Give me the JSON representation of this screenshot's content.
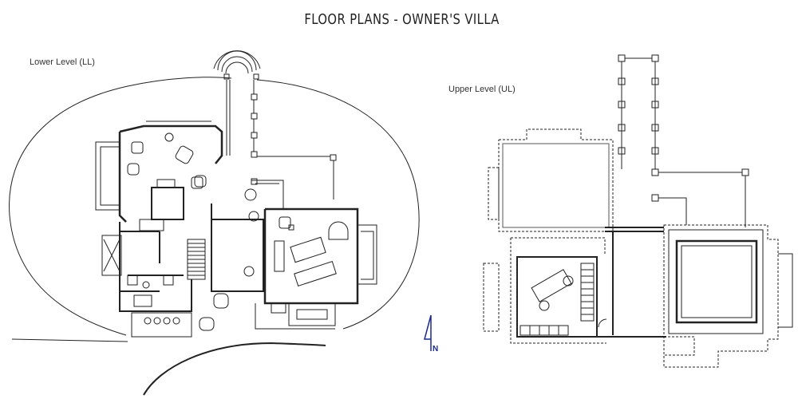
{
  "title": "FLOOR PLANS - OWNER'S VILLA",
  "levels": {
    "lower": "Lower Level (LL)",
    "upper": "Upper Level (UL)"
  },
  "north_arrow": "N",
  "colors": {
    "lines": "#222222",
    "north": "#1a2a8c"
  }
}
